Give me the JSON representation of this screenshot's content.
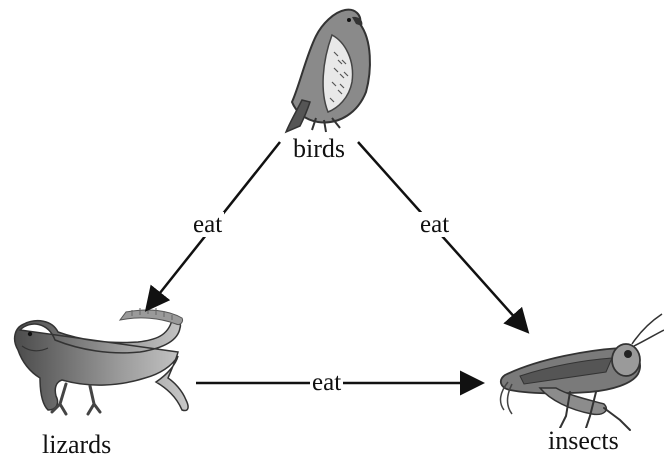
{
  "diagram": {
    "type": "food-web",
    "colors": {
      "background": "#ffffff",
      "ink": "#111111"
    },
    "nodes": [
      {
        "id": "birds",
        "label": "birds",
        "icon": "hawk-icon"
      },
      {
        "id": "lizards",
        "label": "lizards",
        "icon": "lizard-icon"
      },
      {
        "id": "insects",
        "label": "insects",
        "icon": "grasshopper-icon"
      }
    ],
    "edges": [
      {
        "from": "birds",
        "to": "lizards",
        "label": "eat"
      },
      {
        "from": "birds",
        "to": "insects",
        "label": "eat"
      },
      {
        "from": "lizards",
        "to": "insects",
        "label": "eat"
      }
    ]
  }
}
